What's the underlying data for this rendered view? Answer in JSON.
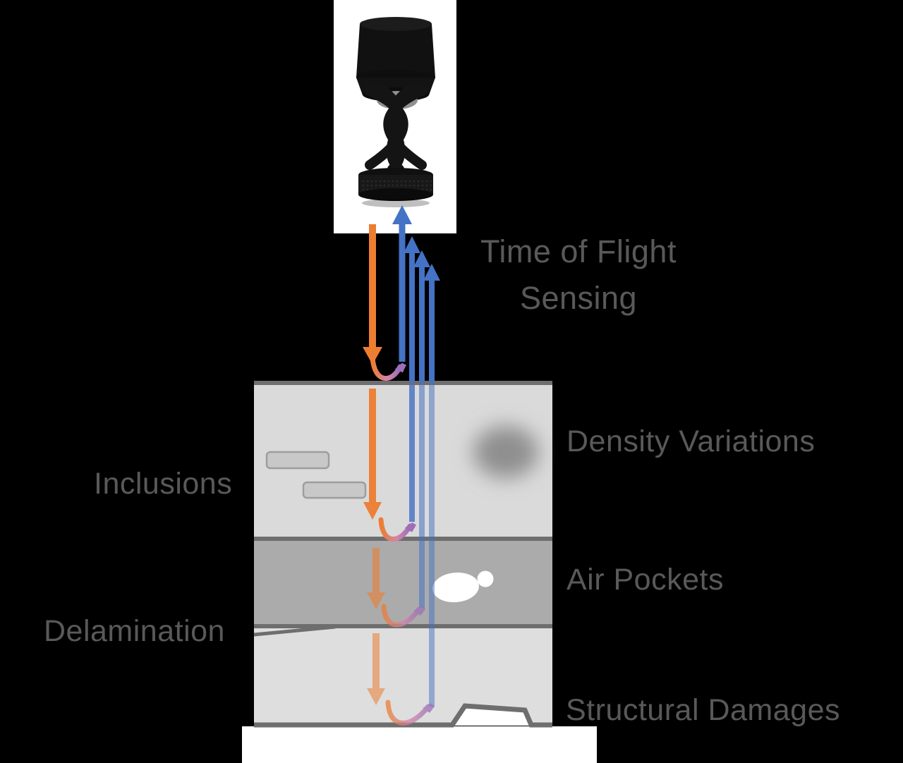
{
  "title": "Time of Flight Sensing",
  "labels": {
    "density_variations": "Density Variations",
    "inclusions": "Inclusions",
    "air_pockets": "Air Pockets",
    "delamination": "Delamination",
    "structural_damages": "Structural Damages"
  },
  "icons": {
    "sensor": "ultrasonic-transducer-sensor",
    "emit_arrows": "orange-downward-pulse-arrows",
    "echo_arrows": "blue-upward-echo-arrows",
    "reflection_arrows": "orange-to-purple-reflection-curves"
  },
  "colors": {
    "background": "#000000",
    "text_gray": "#595959",
    "emit_orange": "#ED7D31",
    "echo_blue": "#4472C4",
    "reflect_purple": "#9E6FB8",
    "layer_light": "#DADADA",
    "layer_mid": "#ABABAB",
    "layer_bottom": "#DEDEDE",
    "boundary_gray": "#6E6E6E",
    "inclusion_gray": "#C8C8C8",
    "defect_white": "#FFFFFF"
  }
}
